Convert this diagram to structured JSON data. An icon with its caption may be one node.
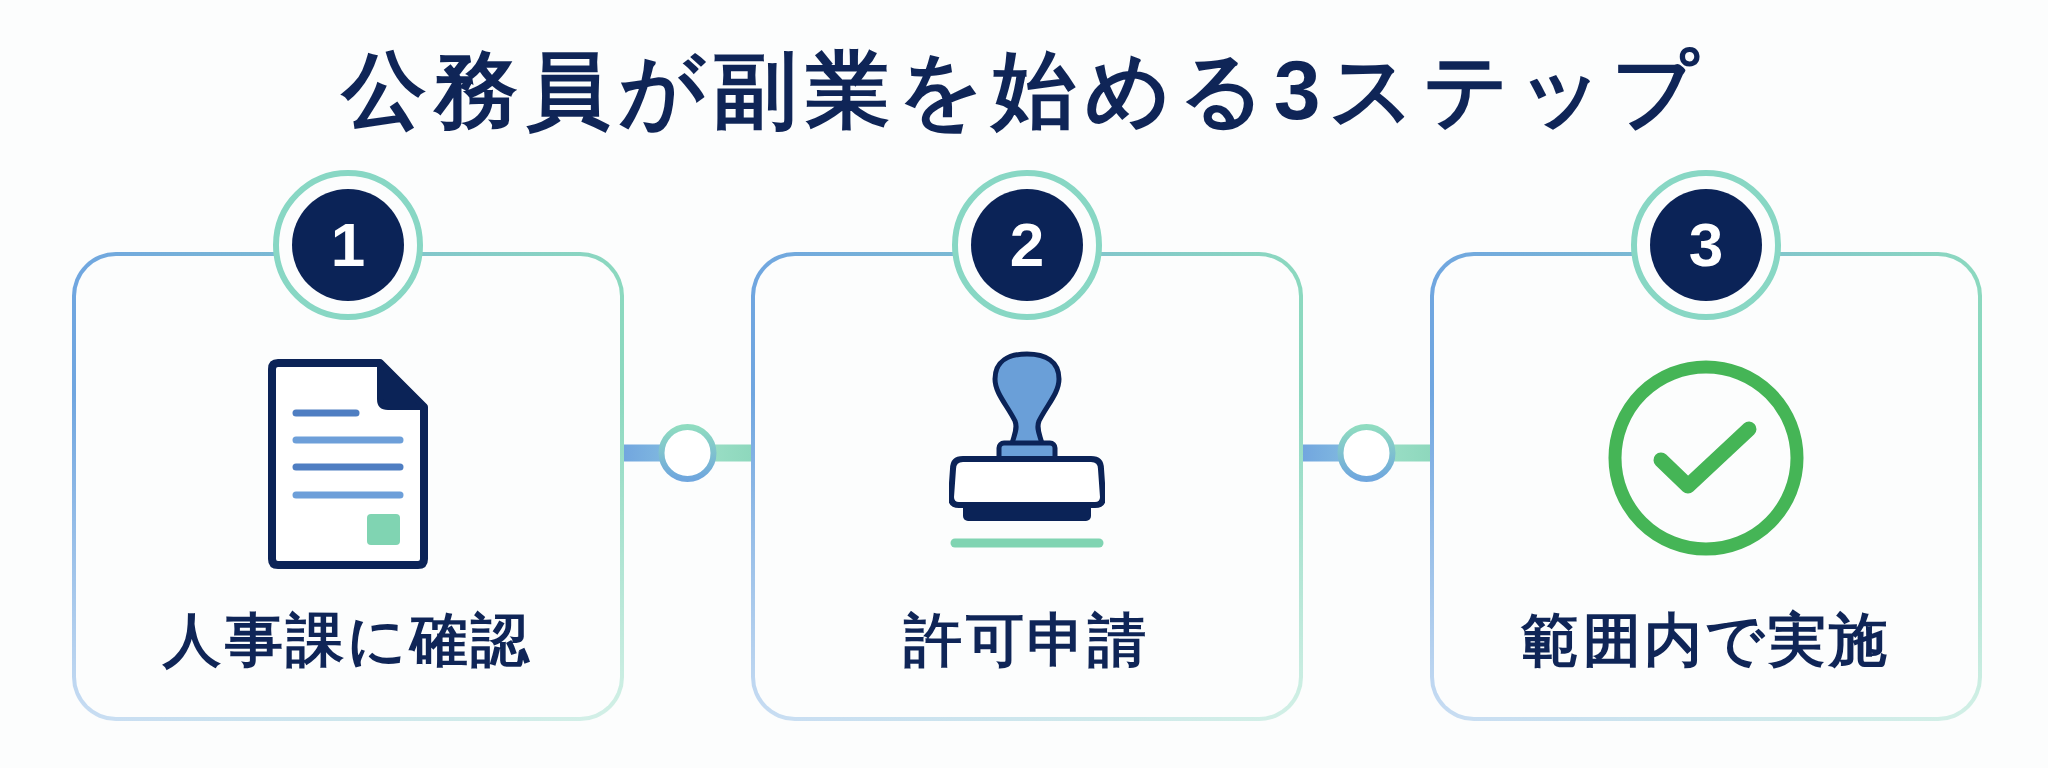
{
  "diagram": {
    "title": "公務員が副業を始める3ステップ",
    "nodes": [
      {
        "text": [
          "1"
        ]
      },
      {
        "text": [
          "人事課に確認"
        ]
      },
      {
        "text": [
          "2"
        ]
      },
      {
        "text": [
          "許可申請"
        ]
      },
      {
        "text": [
          "3"
        ]
      },
      {
        "text": [
          "範囲内で実施"
        ]
      }
    ],
    "edges": [
      {
        "from": 1,
        "to": 3,
        "arrow": "none"
      },
      {
        "from": 3,
        "to": 5,
        "arrow": "none"
      }
    ]
  }
}
